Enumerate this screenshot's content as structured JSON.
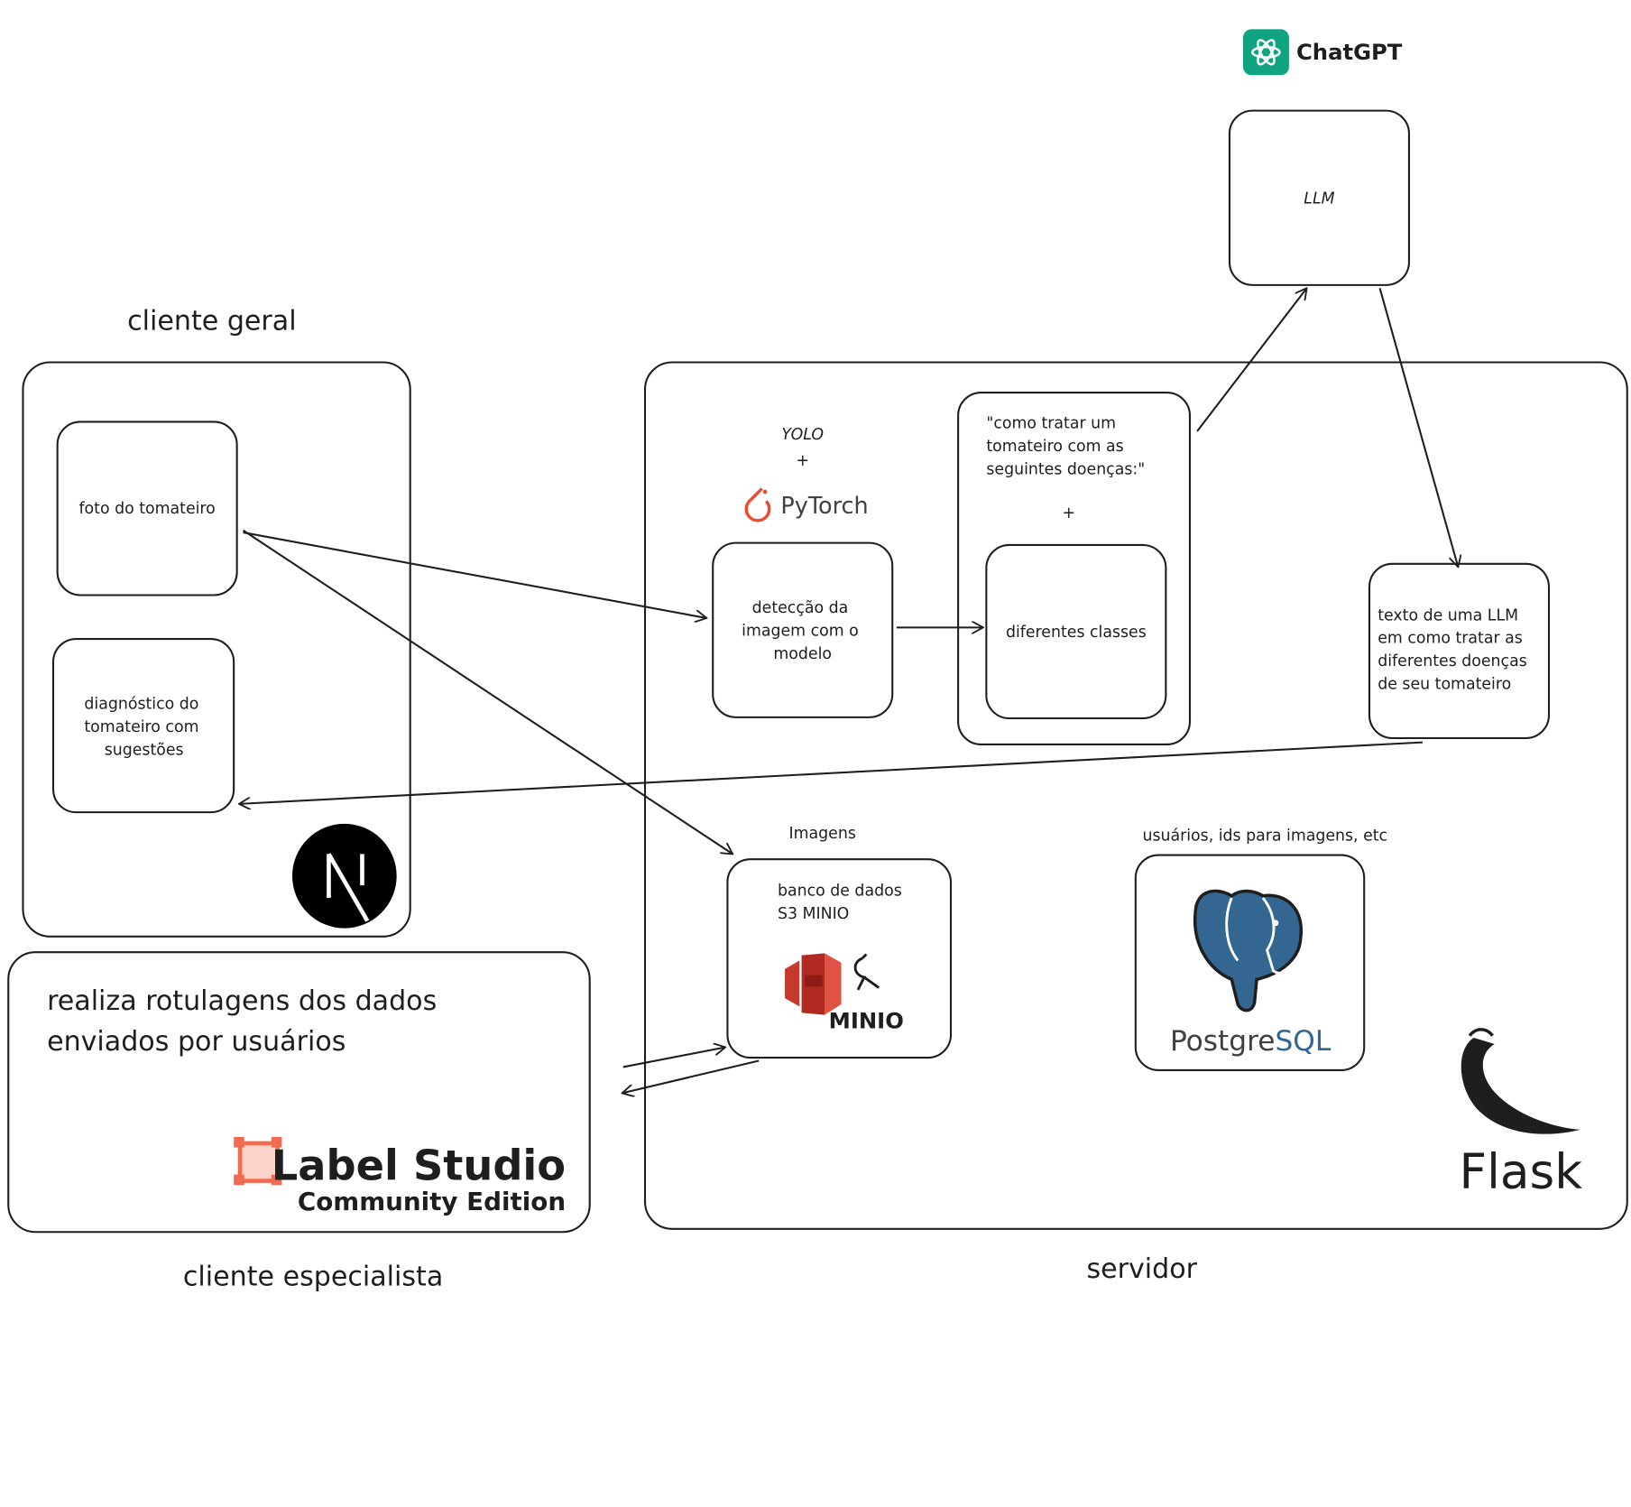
{
  "colors": {
    "ink": "#1e1e1e",
    "chatgpt": "#10a37f",
    "pytorch": "#ee4c2c",
    "minio_red": "#c7382d",
    "postgres_blue": "#336791",
    "labelstudio": "#f26a4f"
  },
  "titles": {
    "cliente_geral": "cliente geral",
    "cliente_especialista": "cliente especialista",
    "servidor": "servidor"
  },
  "boxes": {
    "foto": "foto do tomateiro",
    "diagnostico": [
      "diagnóstico do",
      "tomateiro com",
      "sugestões"
    ],
    "deteccao": [
      "detecção da",
      "imagem com o",
      "modelo"
    ],
    "prompt": [
      "\"como tratar um",
      "tomateiro com as",
      "seguintes doenças:\""
    ],
    "plus": "+",
    "classes": "diferentes classes",
    "resposta": [
      "texto de uma LLM",
      "em como tratar as",
      "diferentes doenças",
      "de seu tomateiro"
    ],
    "llm": "LLM",
    "banco": [
      "banco de dados",
      "S3 MINIO"
    ],
    "especialista": [
      "realiza rotulagens dos dados",
      "enviados por usuários"
    ]
  },
  "labels": {
    "yolo": "YOLO",
    "yolo_plus": "+",
    "imagens": "Imagens",
    "usuarios": "usuários, ids para imagens, etc"
  },
  "logos": {
    "chatgpt": "ChatGPT",
    "pytorch": "PyTorch",
    "minio": "MINIO",
    "postgresql_a": "Postgre",
    "postgresql_b": "SQL",
    "flask": "Flask",
    "labelstudio_a": "Label Studio",
    "labelstudio_b": "Community Edition",
    "nextjs": "N"
  }
}
